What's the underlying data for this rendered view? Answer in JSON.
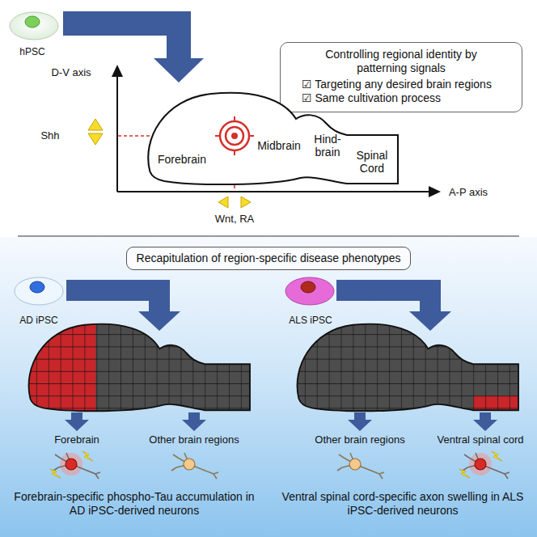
{
  "diagram": {
    "nodes": [
      {
        "text": [
          "Controlling regional identity by patterning signals",
          "☑ Targeting any desired brain regions",
          "☑ Same cultivation process"
        ]
      },
      {
        "text": [
          "Forebrain",
          "Midbrain",
          "Hind- brain",
          "Spinal Cord"
        ]
      },
      {
        "text": [
          "Recapitulation of region-specific disease phenotypes"
        ]
      }
    ],
    "labels": [
      "hPSC",
      "D-V axis",
      "Shh",
      "Wnt, RA",
      "A-P axis",
      "AD iPSC",
      "ALS iPSC",
      "Forebrain",
      "Other brain regions",
      "Other brain regions",
      "Ventral spinal cord",
      "Forebrain-specific phospho-Tau accumulation in AD iPSC-derived neurons",
      "Ventral spinal cord-specific axon swelling in ALS iPSC-derived neurons"
    ]
  }
}
